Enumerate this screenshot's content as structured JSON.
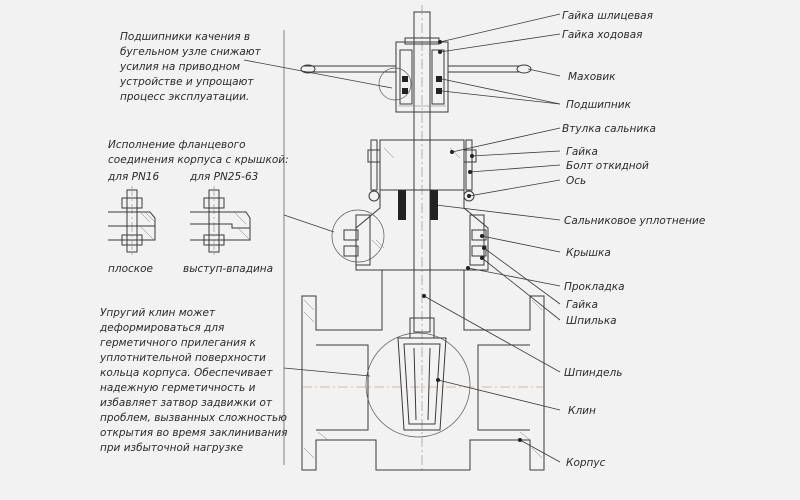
{
  "labels": {
    "nut_spline": "Гайка шлицевая",
    "nut_running": "Гайка ходовая",
    "handwheel": "Маховик",
    "bearing": "Подшипник",
    "gland_bush": "Втулка сальника",
    "nut": "Гайка",
    "swing_bolt": "Болт откидной",
    "axis": "Ось",
    "gland_seal": "Сальниковое уплотнение",
    "bonnet": "Крышка",
    "gasket": "Прокладка",
    "nut2": "Гайка",
    "stud": "Шпилька",
    "spindle": "Шпиндель",
    "wedge": "Клин",
    "body": "Корпус"
  },
  "notes": {
    "bearings": [
      "Подшипники качения в",
      "бугельном узле снижают",
      "усилия на приводном",
      "устройстве и упрощают",
      "процесс эксплуатации."
    ],
    "flange": [
      "Исполнение фланцевого",
      "соединения корпуса с крышкой:"
    ],
    "pn16": "для PN16",
    "pn25": "для PN25-63",
    "flat": "плоское",
    "ledge": "выступ-впадина",
    "wedge": [
      "Упругий клин может",
      "деформироваться для",
      "герметичного прилегания к",
      "уплотнительной поверхности",
      "кольца корпуса. Обеспечивает",
      "надежную герметичность и",
      "избавляет затвор задвижки от",
      "проблем, вызванных сложностью",
      "открытия во время заклинивания",
      "при избыточной нагрузке"
    ]
  }
}
